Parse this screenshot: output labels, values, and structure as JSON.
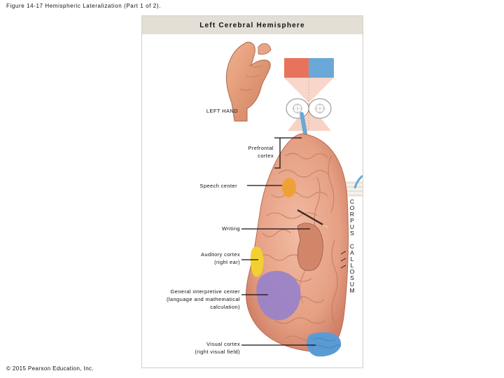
{
  "figure_caption": "Figure 14-17 Hemispheric Lateralization (Part 1 of 2).",
  "copyright": "© 2015 Pearson Education, Inc.",
  "panel_title": "Left Cerebral Hemisphere",
  "labels": {
    "left_hand": "LEFT HAND",
    "prefrontal_1": "Prefrontal",
    "prefrontal_2": "cortex",
    "speech": "Speech center",
    "writing": "Writing",
    "auditory_1": "Auditory cortex",
    "auditory_2": "(right ear)",
    "interpretive_1": "General interpretive center",
    "interpretive_2": "(language and mathematical",
    "interpretive_3": "calculation)",
    "visual_1": "Visual cortex",
    "visual_2": "(right visual field)"
  },
  "corpus_letters": [
    "C",
    "O",
    "R",
    "P",
    "U",
    "S",
    "",
    "C",
    "A",
    "L",
    "L",
    "O",
    "S",
    "U",
    "M"
  ],
  "colors": {
    "visual_field_left": "#e8735c",
    "visual_field_right": "#6aa8d8",
    "speech_center": "#f0a030",
    "auditory_cortex": "#f2d030",
    "interpretive_center": "#9b83c8",
    "visual_cortex": "#5b9bd5",
    "brain_tissue": "#e9a58a"
  }
}
